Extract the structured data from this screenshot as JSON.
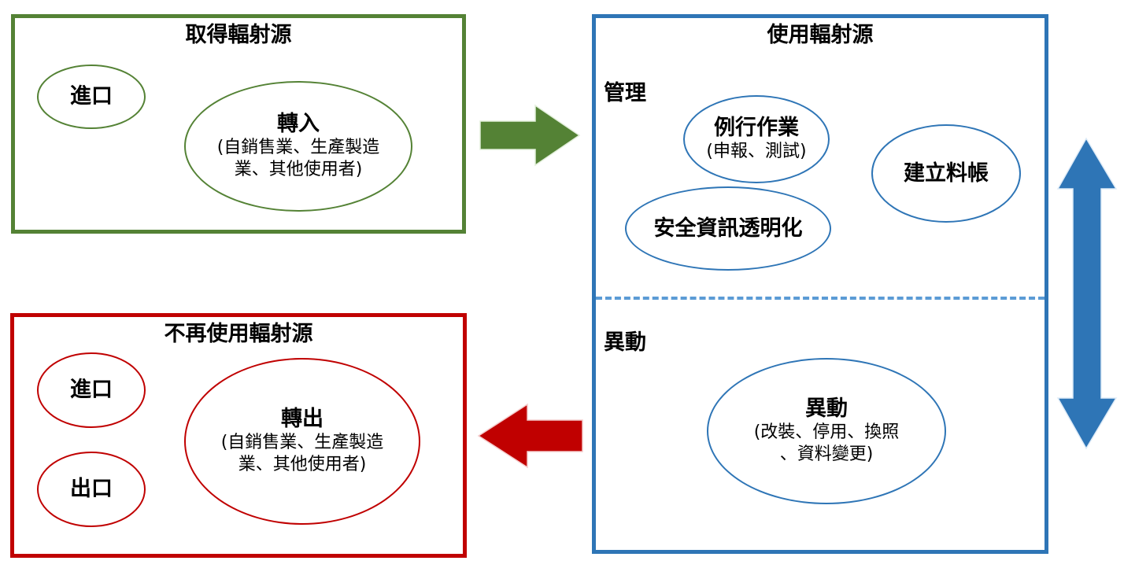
{
  "acquire": {
    "title": "取得輻射源",
    "import": "進口",
    "transfer_in": {
      "title": "轉入",
      "detail": "(自銷售業、生產製造\n業、其他使用者)"
    }
  },
  "use": {
    "title": "使用輻射源",
    "management": {
      "label": "管理",
      "routine": {
        "title": "例行作業",
        "detail": "(申報、測試)"
      },
      "ledger": "建立料帳",
      "transparency": "安全資訊透明化"
    },
    "change": {
      "label": "異動",
      "item": {
        "title": "異動",
        "detail": "(改裝、停用、換照\n、資料變更)"
      }
    }
  },
  "stop": {
    "title": "不再使用輻射源",
    "import": "進口",
    "export": "出口",
    "transfer_out": {
      "title": "轉出",
      "detail": "(自銷售業、生產製造\n業、其他使用者)"
    }
  },
  "colors": {
    "acquire": "#548235",
    "use": "#2E75B6",
    "stop": "#C00000",
    "divider": "#5B9BD5"
  }
}
